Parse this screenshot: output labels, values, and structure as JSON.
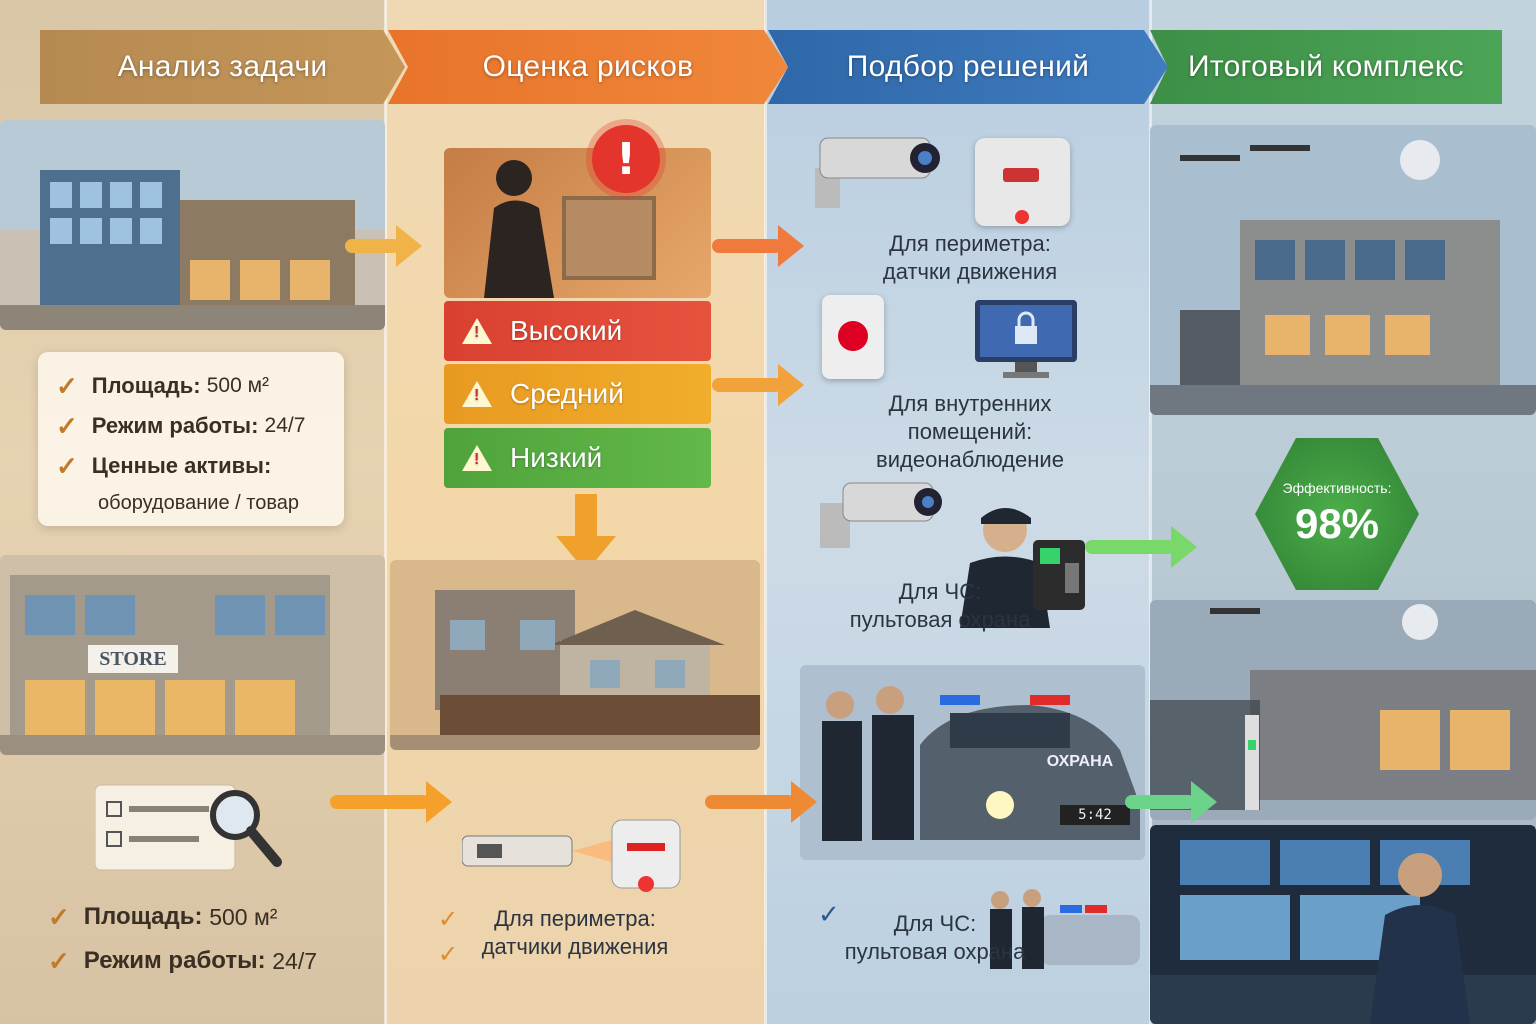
{
  "headers": {
    "step1": "Анализ задачи",
    "step2": "Оценка рисков",
    "step3": "Подбор решений",
    "step4": "Итоговый комплекс"
  },
  "analysis_card": {
    "row1_label": "Площадь:",
    "row1_value": "500 м²",
    "row2_label": "Режим работы:",
    "row2_value": "24/7",
    "row3_label": "Ценные активы:",
    "row3_value": "оборудование / товар"
  },
  "bottom_checklist": {
    "row1_label": "Площадь:",
    "row1_value": "500 м²",
    "row2_label": "Режим работы:",
    "row2_value": "24/7"
  },
  "store_sign": "STORE",
  "risks": {
    "high": "Высокий",
    "medium": "Средний",
    "low": "Низкий"
  },
  "risk_bottom_label": {
    "line1": "Для периметра:",
    "line2": "датчики движения"
  },
  "solutions": {
    "perimeter_line1": "Для периметра:",
    "perimeter_line2": "датчки движения",
    "indoor_line1": "Для внутренних",
    "indoor_line2": "помещений:",
    "indoor_line3": "видеонаблюдение",
    "emergency_line1": "Для ЧС:",
    "emergency_line2": "пультовая охрана",
    "bottom_line1": "Для ЧС:",
    "bottom_line2": "пультовая охрана",
    "car_text": "ОХРАНА",
    "plate_text": "5:42"
  },
  "result": {
    "efficiency_label": "Эффективность:",
    "efficiency_value": "98%"
  },
  "colors": {
    "analysis": "#c59658",
    "risks": "#f0873a",
    "solutions": "#3f7cc0",
    "result": "#4ca556",
    "high": "#d94030",
    "medium": "#f1ad2c",
    "low": "#4fa33a"
  }
}
